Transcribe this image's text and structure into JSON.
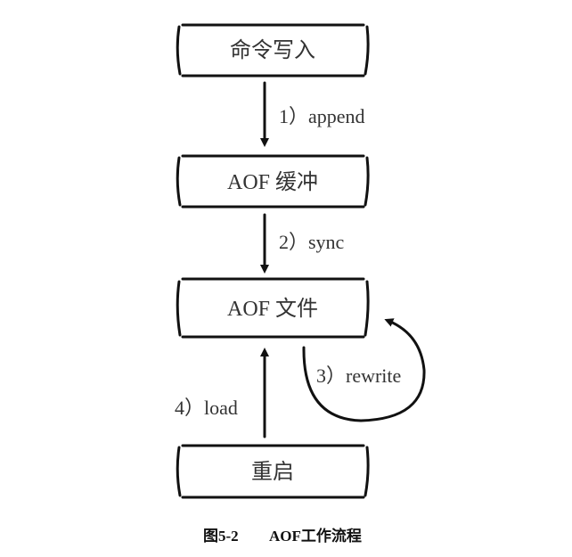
{
  "nodes": [
    {
      "label": "命令写入"
    },
    {
      "label": "AOF 缓冲"
    },
    {
      "label": "AOF 文件"
    },
    {
      "label": "重启"
    }
  ],
  "edges": [
    {
      "label": "1）append",
      "from": "命令写入",
      "to": "AOF 缓冲"
    },
    {
      "label": "2）sync",
      "from": "AOF 缓冲",
      "to": "AOF 文件"
    },
    {
      "label": "3）rewrite",
      "from": "AOF 文件",
      "to": "AOF 文件"
    },
    {
      "label": "4）load",
      "from": "重启",
      "to": "AOF 文件"
    }
  ],
  "caption": {
    "number": "图5-2",
    "title": "AOF工作流程"
  }
}
